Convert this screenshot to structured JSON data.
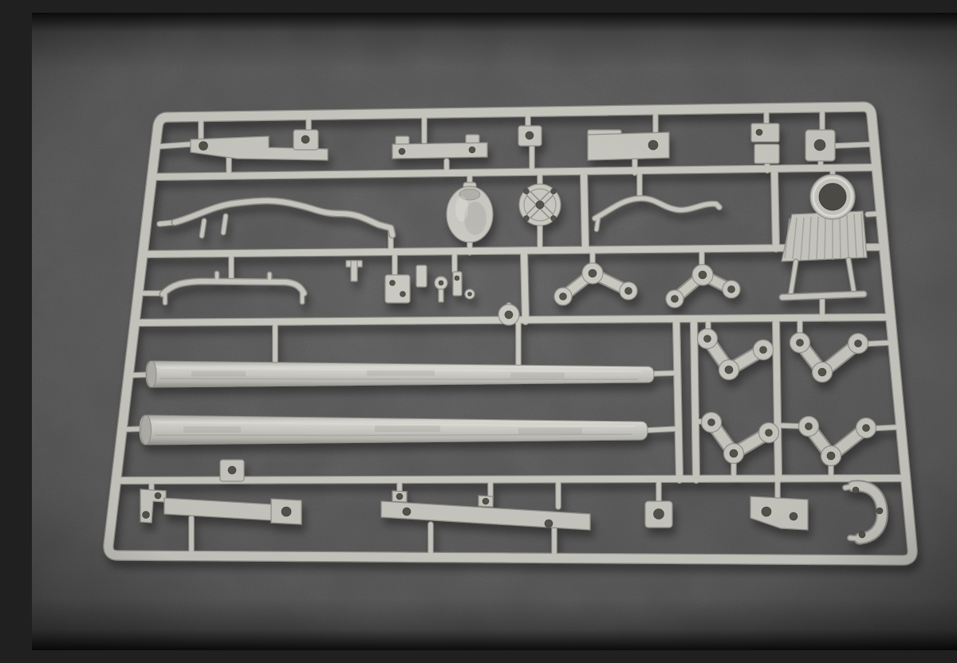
{
  "scene": {
    "type": "photograph",
    "subject": "Light gray injection-molded plastic model kit sprue (parts tree) lying on a dark gray textured fabric background",
    "background": "dark charcoal fabric with fine speckled texture and darker vignette at top and bottom edges",
    "parts": [
      "top-row-brackets",
      "stepped-bracket",
      "flat-rail-with-tabs",
      "small-blocks",
      "bent-handrail-rod",
      "cylindrical-housing",
      "cross-hub-wheel",
      "curved-rod",
      "ventilator-funnel-with-skirt",
      "long-bent-rail",
      "small-fittings-cluster",
      "suspension-arm-left",
      "suspension-arm-right",
      "flat-washer",
      "gun-barrel-upper",
      "gun-barrel-lower",
      "idler-link-1",
      "idler-link-2",
      "idler-link-3",
      "idler-link-4",
      "bottom-row-brackets",
      "slanted-bar",
      "long-bottom-bar",
      "notched-bracket",
      "curved-mount"
    ]
  },
  "palette": {
    "backdrop": "#4a4a4a",
    "backdrop_edge": "#353535",
    "plastic": "#cbcac3",
    "plastic_dark": "#93928c",
    "plastic_deep": "#7b7a74",
    "hole": "#55544e",
    "barrel_light": "#dddcd6",
    "barrel_mid": "#c6c5bf",
    "barrel_shadow": "#97968f"
  }
}
